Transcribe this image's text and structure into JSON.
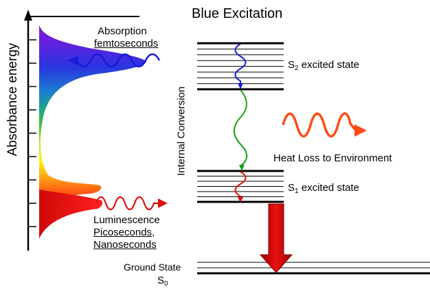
{
  "title": "Blue Excitation",
  "axis_label": "Absorbance energy",
  "absorption": {
    "label": "Absorption",
    "time": "femtoseconds"
  },
  "luminescence": {
    "label": "Luminescence",
    "time1": "Picoseconds,",
    "time2": "Nanoseconds"
  },
  "internal_conversion": "Internal Conversion",
  "heat_loss": "Heat Loss to Environment",
  "s2": {
    "symbol": "S",
    "sub": "2",
    "text": " excited state"
  },
  "s1": {
    "symbol": "S",
    "sub": "1",
    "text": " excited state"
  },
  "ground": {
    "label": "Ground State",
    "symbol": "S",
    "sub": "0"
  },
  "colors": {
    "absorption_arrow": "#1a1adc",
    "luminescence_arrow": "#e01010",
    "conversion_green": "#16a016",
    "heat_arrow": "#ff4a14",
    "big_arrow": "#c80000"
  }
}
